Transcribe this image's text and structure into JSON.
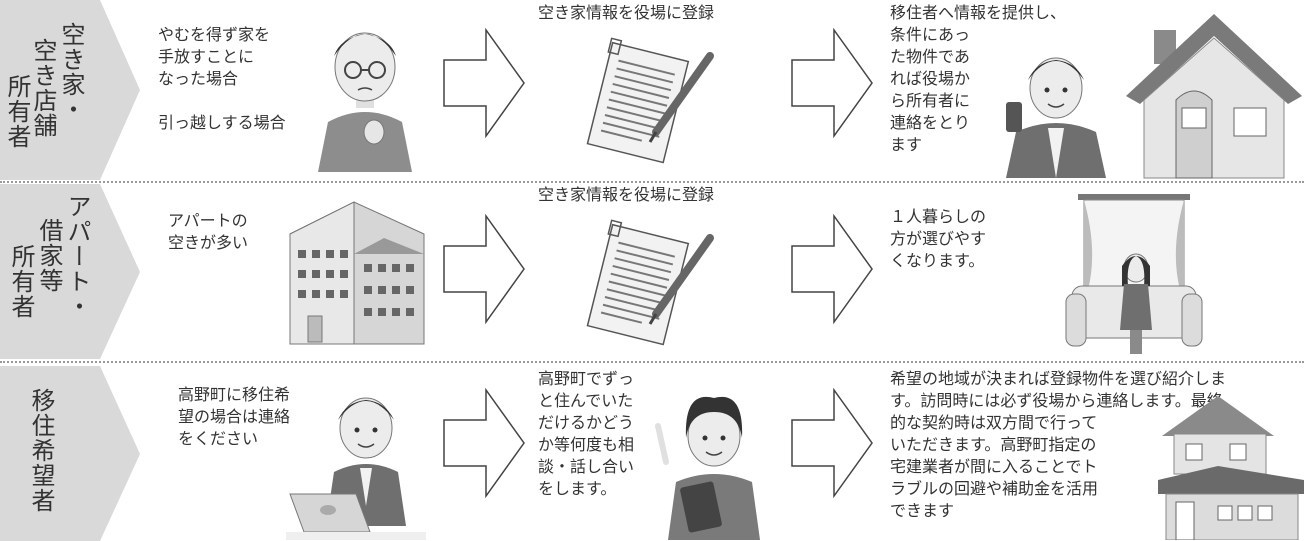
{
  "rows": [
    {
      "label_cols": [
        "空き家・",
        "空き店舗",
        "所有者"
      ],
      "situation": "やむを得ず家を\n手放すことに\nなった場合\n\n引っ越しする場合",
      "registration": "空き家情報を役場に登録",
      "result": "移住者へ情報を提供し、\n条件にあっ\nた物件であ\nれば役場か\nら所有者に\n連絡をとり\nます"
    },
    {
      "label_cols": [
        "アパート・",
        "借家等",
        "所有者"
      ],
      "situation": "アパートの\n空きが多い",
      "registration": "空き家情報を役場に登録",
      "result": "１人暮らしの\n方が選びやす\nくなります。"
    },
    {
      "label_cols": [
        "移住",
        "希望者"
      ],
      "label_single": "移住希望者",
      "situation": "高野町に移住希\n望の場合は連絡\nをください",
      "registration": "高野町でずっ\nと住んでいた\nだけるかどう\nか等何度も相\n談・話し合い\nをします。",
      "result": "希望の地域が決まれば登録物件を選び紹介しま\nす。訪問時には必ず役場から連絡します。最終\n的な契約時は双方間で行って\nいただきます。高野町指定の\n宅建業者が間に入ることでト\nラブルの回避や補助金を活用\nできます"
    }
  ],
  "colors": {
    "label_bg": "#d9d9d9",
    "arrow_stroke": "#444444",
    "divider": "#9a9a9a"
  }
}
